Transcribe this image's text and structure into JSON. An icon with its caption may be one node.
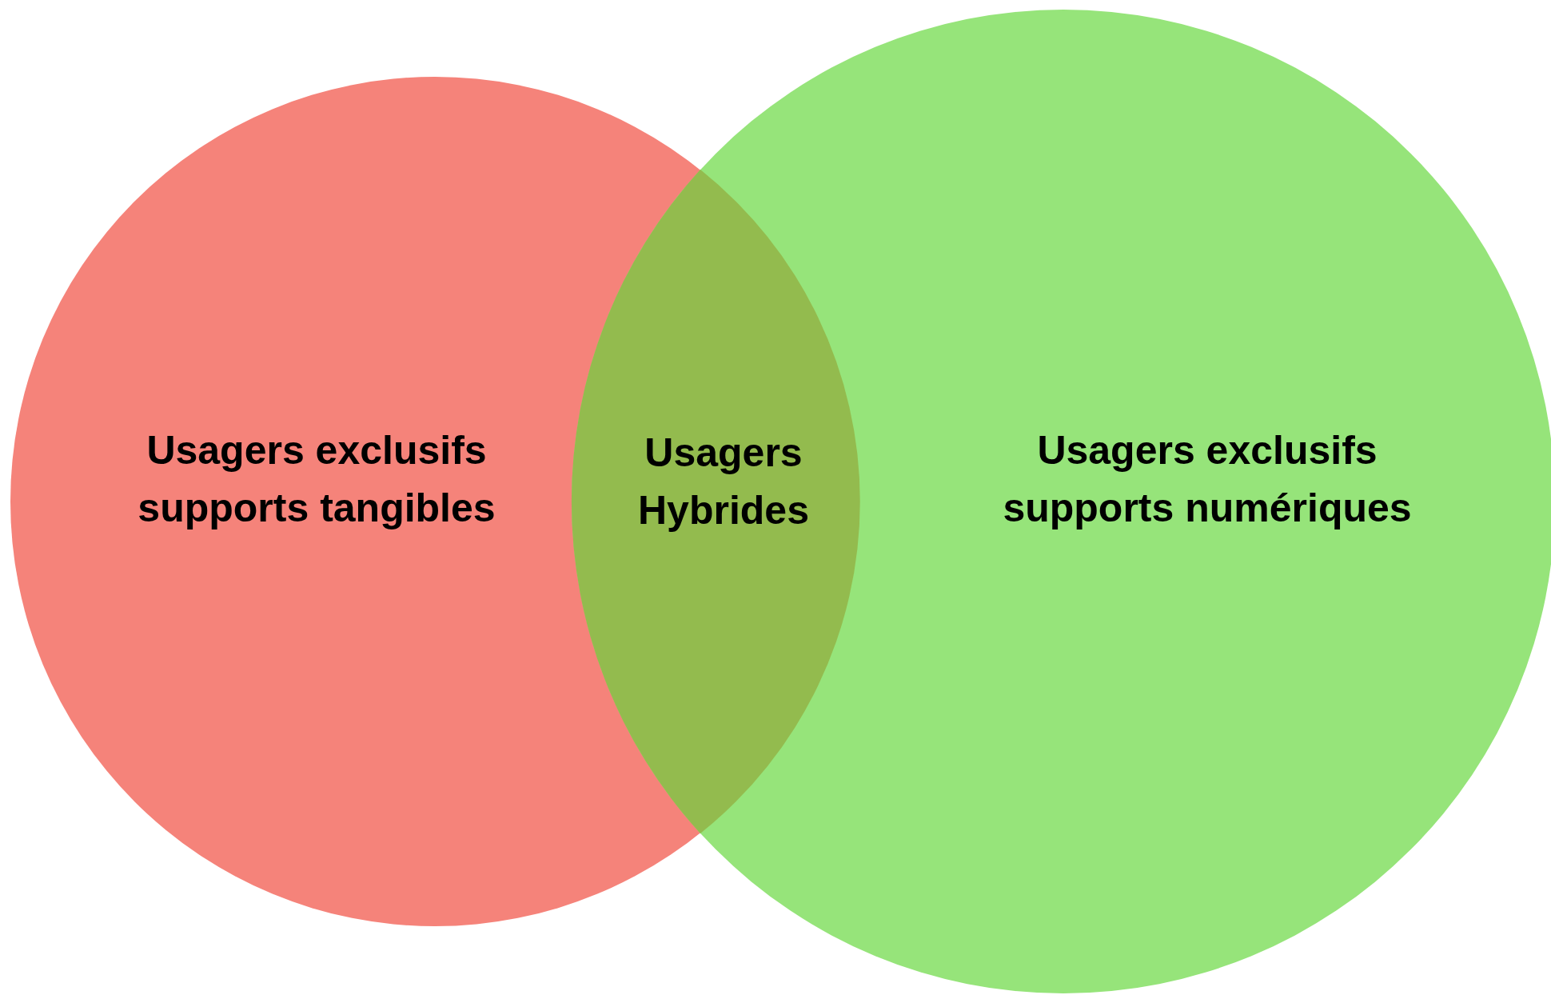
{
  "diagram": {
    "nodes": [
      {
        "text": [
          "Usagers exclusifs supports tangibles"
        ]
      },
      {
        "text": [
          "Usagers exclusifs supports numériques"
        ]
      },
      {
        "text": [
          "Usagers Hybrides"
        ]
      }
    ]
  }
}
